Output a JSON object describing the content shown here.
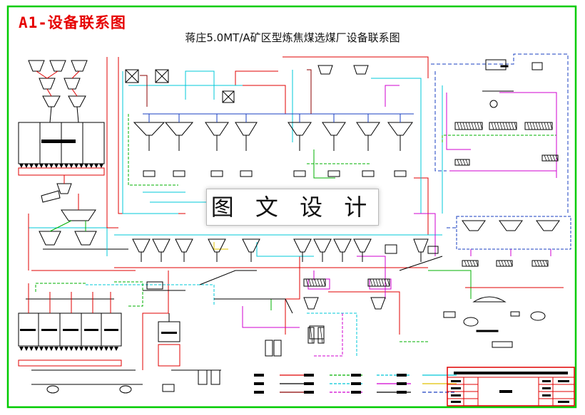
{
  "header": {
    "sheet_title": "A1-设备联系图",
    "drawing_title": "蒋庄5.0MT/A矿区型炼焦煤选煤厂设备联系图"
  },
  "watermark": {
    "text": "图 文 设 计"
  },
  "colors": {
    "frame": "#00cc00",
    "title_red": "#e60000",
    "line_red": "#e00000",
    "line_cyan": "#00c8d8",
    "line_green": "#00b000",
    "line_magenta": "#d000d0",
    "line_blue": "#1a3fc0",
    "line_yellow": "#e0c000",
    "line_black": "#000000",
    "line_darkred": "#8b0000"
  },
  "legend": {
    "line_types": [
      "red-solid",
      "green-dashed",
      "cyan-dashed",
      "cyan-solid",
      "black-solid",
      "green-dashed-2",
      "cyan-dashed-2",
      "magenta-solid",
      "blue-dashed",
      "darkred-solid",
      "magenta-dashed",
      "yellow-solid"
    ]
  }
}
